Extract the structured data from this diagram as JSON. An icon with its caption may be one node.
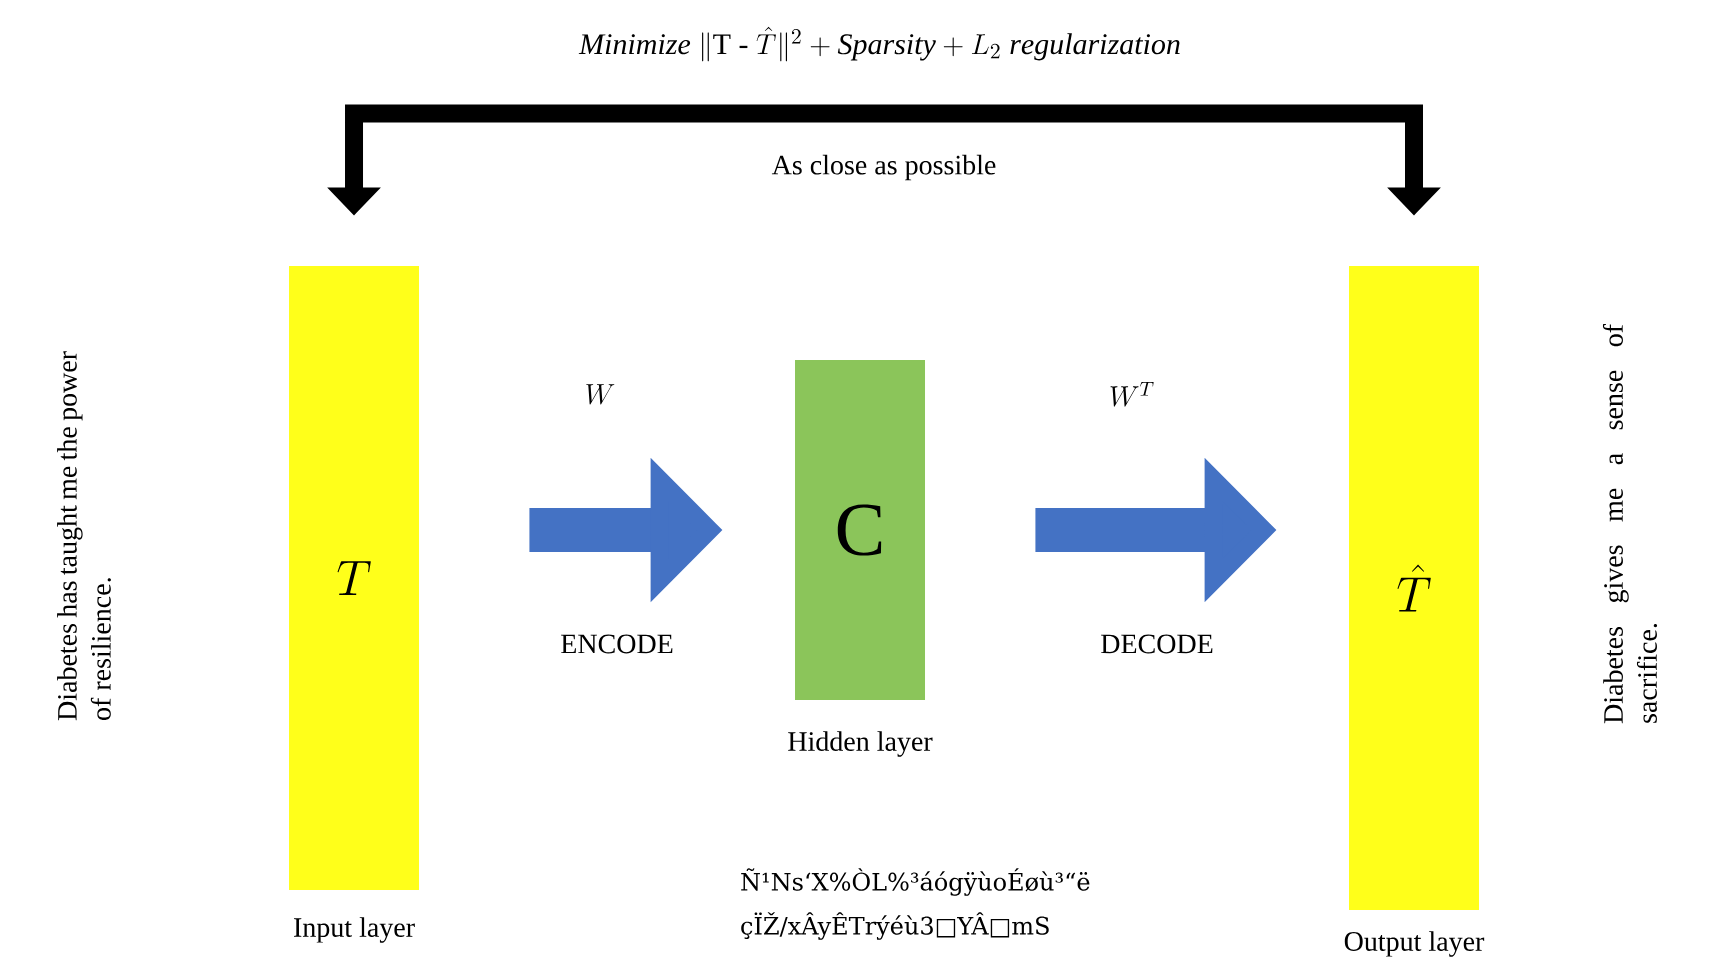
{
  "diagram": {
    "title": "\\mathit{Minimize}\\ \\|\\mathrm{T}\\ \\text{-}\\ \\hat{T}\\|^2+\\mathit{Sparsity}+L_2\\ \\mathit{regularization}",
    "nodes": [
      {
        "text": [
          "T"
        ],
        "beside": [
          "Input layer"
        ]
      },
      {
        "text": [
          "C"
        ],
        "beside": [
          "Hidden layer"
        ]
      },
      {
        "text": [
          "\\hat{T}"
        ],
        "beside": [
          "Output layer"
        ]
      }
    ],
    "edges": [
      {
        "from": 0,
        "to": 1,
        "arrow": "to",
        "label": "ENCODE"
      },
      {
        "from": 1,
        "to": 2,
        "arrow": "to",
        "label": "DECODE"
      },
      {
        "from": 0,
        "to": 2,
        "arrow": "both",
        "label": "As close as possible",
        "color": "#000000"
      }
    ],
    "labels": [
      "W",
      "W^T",
      "Diabetes has taught me the power of resilience.",
      "Diabetes gives me a sense of sacrifice.",
      "Ñ¹Ns‘X%ÒL%³áógÿùoÉøù³“ë çÏŽ/xÂyÊTrýéù3□YÂ□mS"
    ]
  }
}
